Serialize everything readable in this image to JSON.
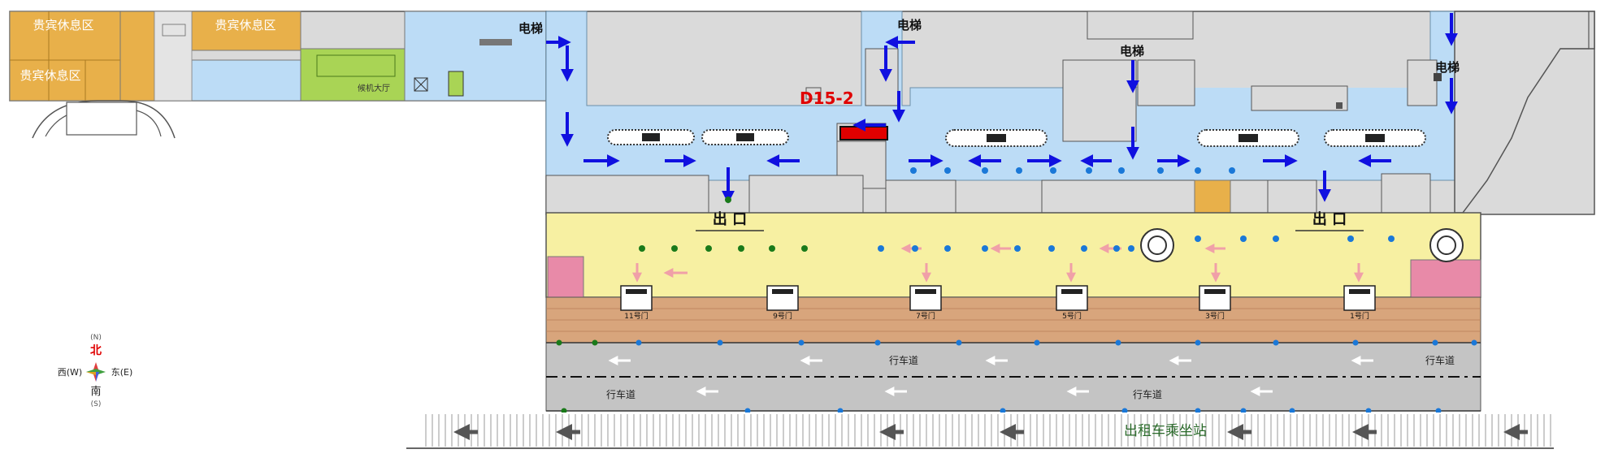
{
  "map": {
    "vip_lounges": [
      "贵宾休息区",
      "贵宾休息区",
      "贵宾休息区"
    ],
    "checkin_hall": "候机大厅",
    "marker_code": "D15-2",
    "elevator_labels": [
      "电梯",
      "电梯",
      "电梯",
      "电梯"
    ],
    "exit_labels": [
      "出 口",
      "出 口"
    ],
    "doors": [
      {
        "label": "11号门",
        "value": 11
      },
      {
        "label": "9号门",
        "value": 9
      },
      {
        "label": "7号门",
        "value": 7
      },
      {
        "label": "5号门",
        "value": 5
      },
      {
        "label": "3号门",
        "value": 3
      },
      {
        "label": "1号门",
        "value": 1
      }
    ],
    "roadway_labels": [
      "行车道",
      "行车道",
      "行车道",
      "行车道"
    ],
    "taxi_station": "出租车乘坐站",
    "compass": {
      "north_cn": "北",
      "north_en": "(N)",
      "south_cn": "南",
      "south_en": "(S)",
      "west": "西(W)",
      "east": "东(E)"
    }
  },
  "colors": {
    "vip": "#e8b04a",
    "hall": "#a9d455",
    "corridor": "#bcdcf6",
    "arrival": "#f7f0a2",
    "building": "#dadada",
    "brick": "#d8a57c",
    "road": "#c4c4c4",
    "arrow": "#1010e0",
    "marker": "#e00000",
    "pink": "#e88aa8"
  }
}
